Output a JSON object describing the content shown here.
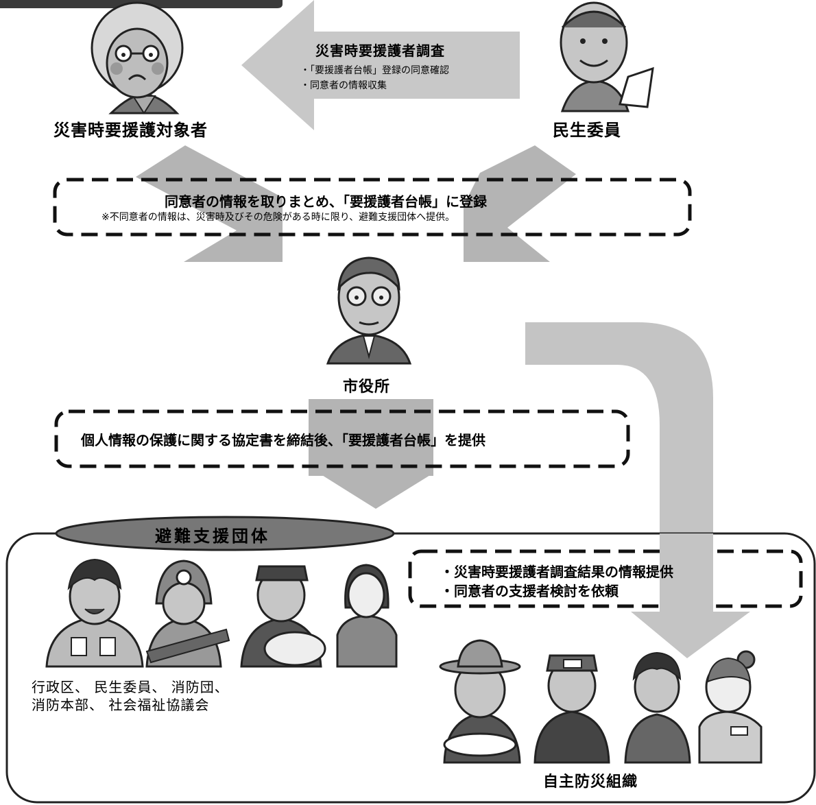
{
  "survey": {
    "title": "災害時要援護者調査",
    "items": [
      "・「要援護者台帳」登録の同意確認",
      "・同意者の情報収集"
    ]
  },
  "actors": {
    "target": "災害時要援護対象者",
    "welfare_commissioner": "民生委員",
    "city_hall": "市役所"
  },
  "registration": {
    "main": "同意者の情報を取りまとめ、「要援護者台帳」に登録",
    "note": "※不同意者の情報は、災害時及びその危険がある時に限り、避難支援団体へ提供。"
  },
  "provision": {
    "main": "個人情報の保護に関する協定書を締結後、「要援護者台帳」を提供"
  },
  "support_group": {
    "title": "避難支援団体",
    "members_line1": "行政区、 民生委員、 消防団、",
    "members_line2": "消防本部、 社会福祉協議会"
  },
  "request": {
    "items": [
      "・災害時要援護者調査結果の情報提供",
      "・同意者の支援者検討を依頼"
    ]
  },
  "self_defense": {
    "label": "自主防災組織"
  }
}
